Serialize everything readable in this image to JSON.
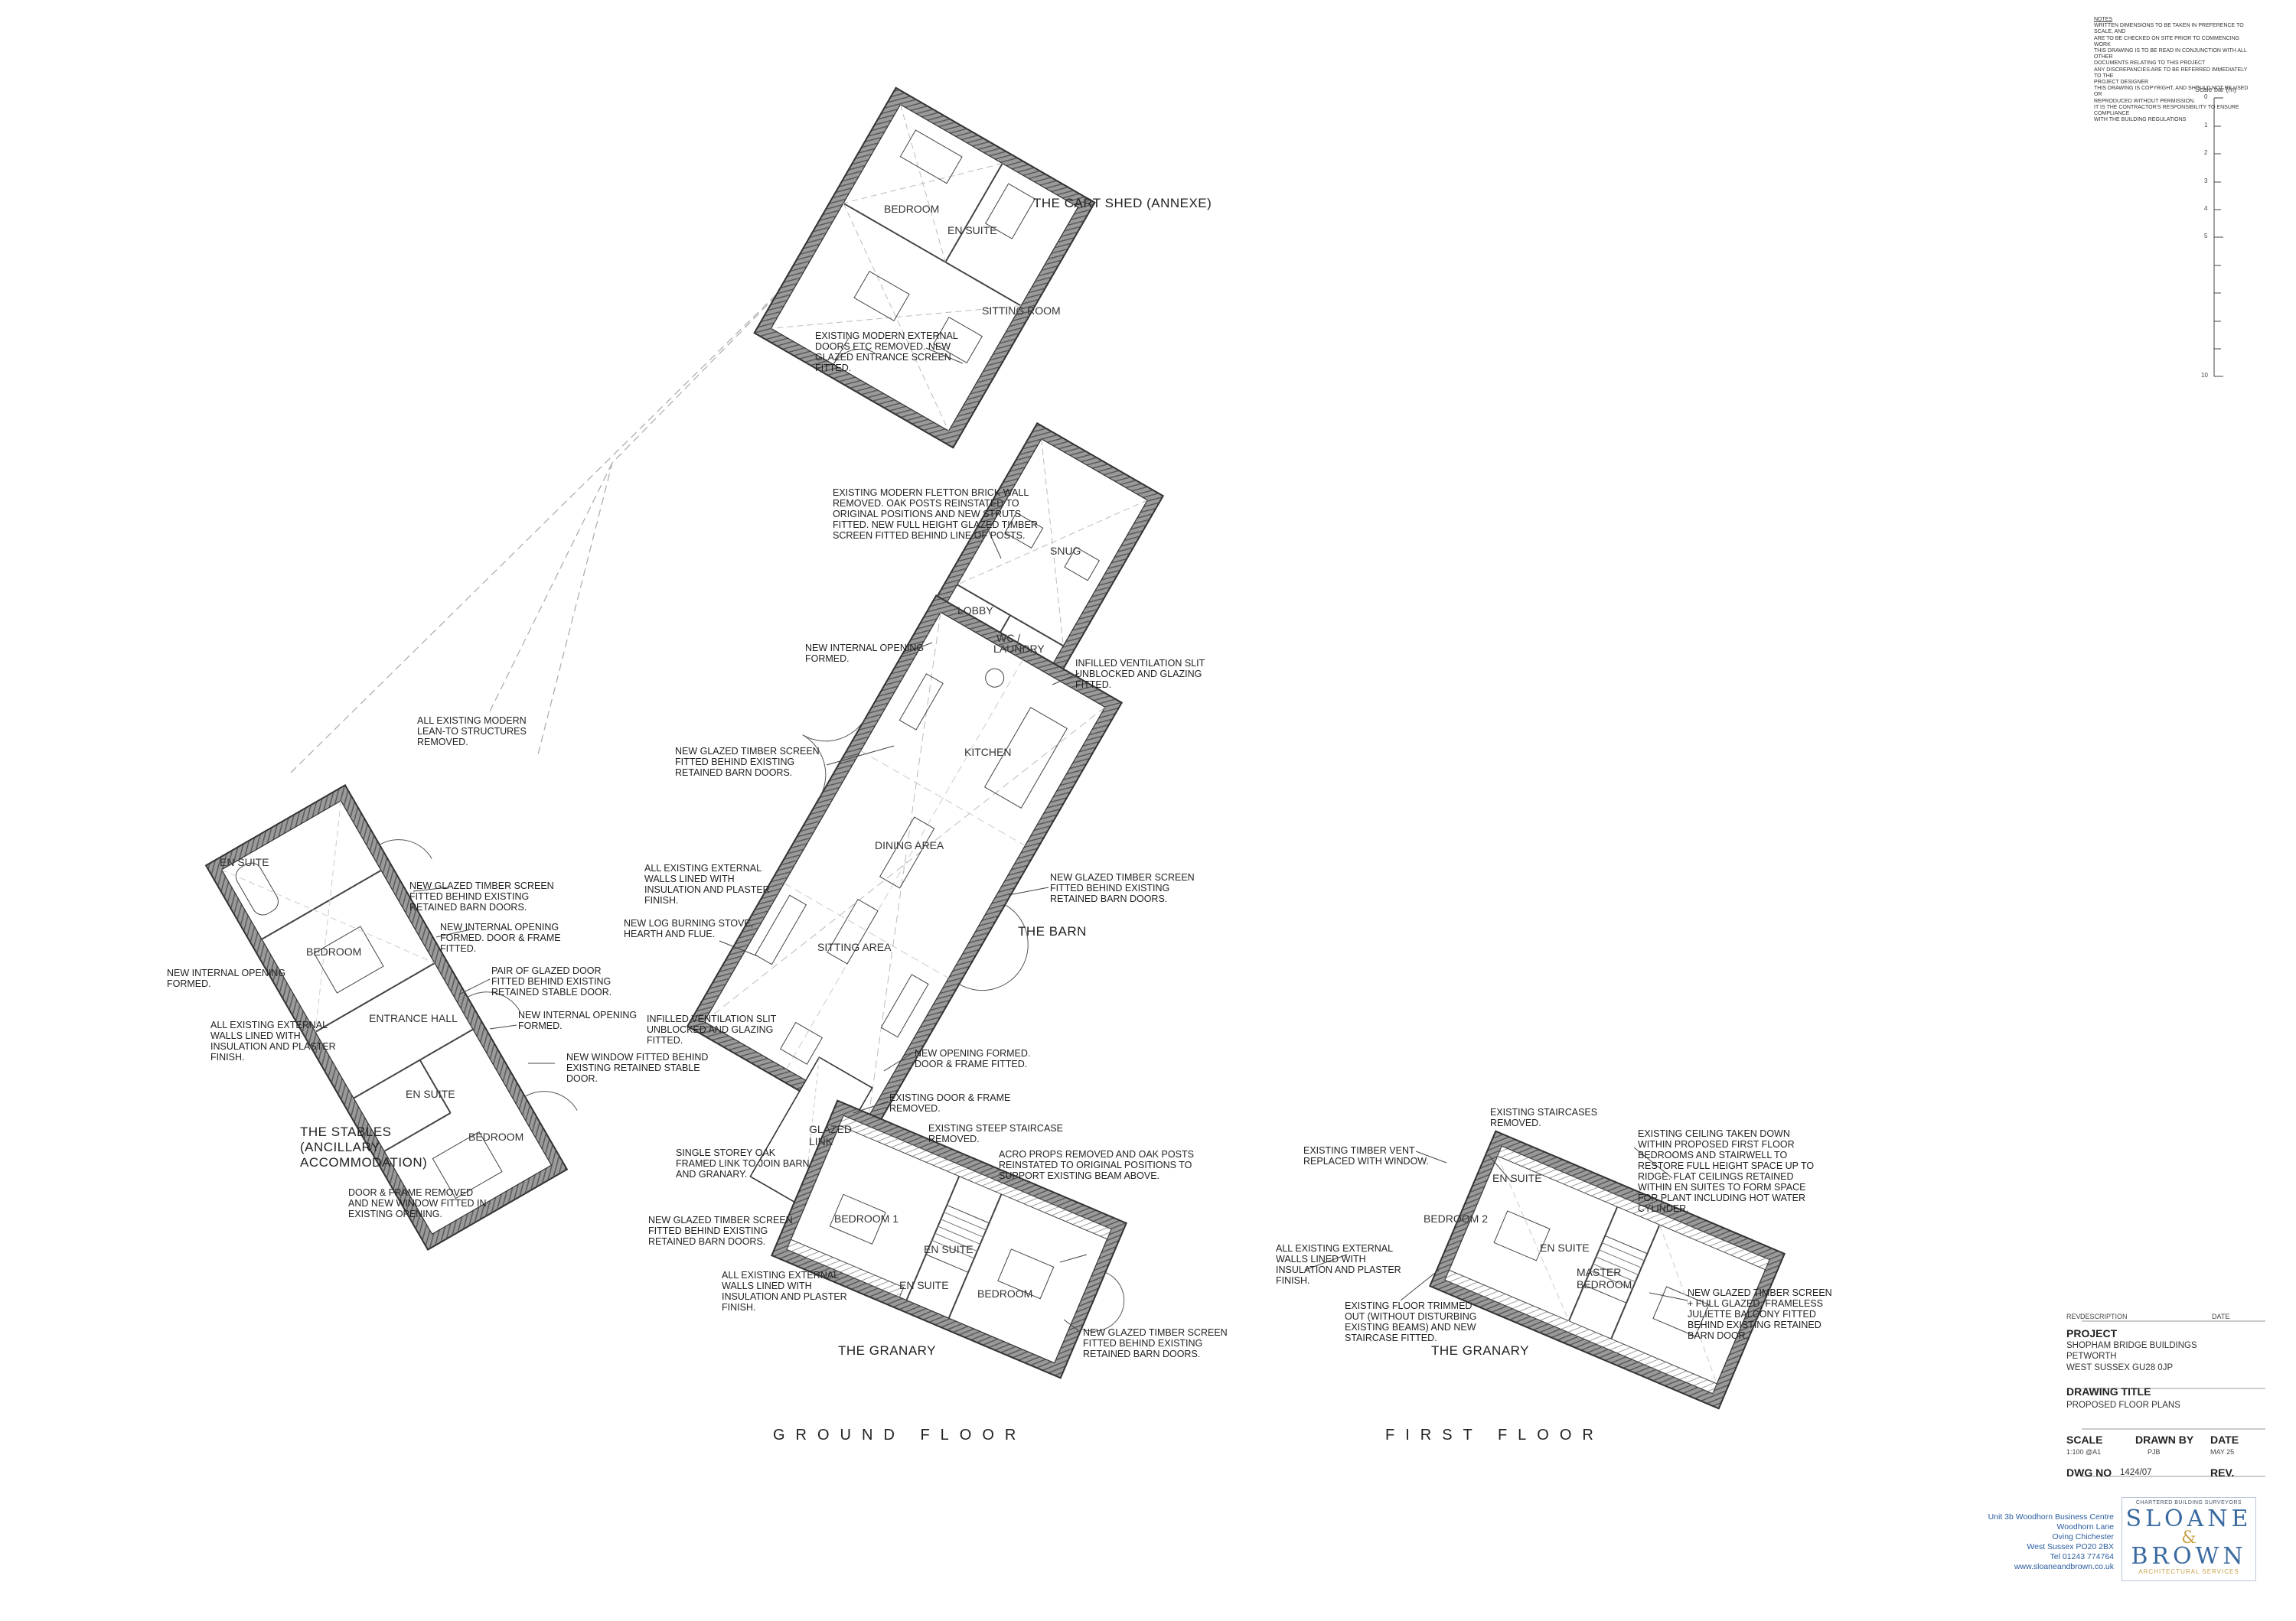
{
  "notes": {
    "heading": "NOTES",
    "lines": [
      "WRITTEN DIMENSIONS TO BE TAKEN IN PREFERENCE TO SCALE, AND",
      "ARE TO BE CHECKED ON SITE PRIOR TO COMMENCING WORK",
      "THIS DRAWING IS TO BE READ IN CONJUNCTION WITH ALL OTHER",
      "DOCUMENTS RELATING TO THIS PROJECT",
      "ANY DISCREPANCIES ARE TO BE REFERRED IMMEDIATELY TO THE",
      "PROJECT DESIGNER",
      "THIS DRAWING IS COPYRIGHT, AND SHOULD NOT BE USED OR",
      "REPRODUCED WITHOUT PERMISSION.",
      "IT IS THE CONTRACTOR'S RESPONSIBILITY TO ENSURE COMPLIANCE",
      "WITH THE BUILDING REGULATIONS"
    ]
  },
  "scale_bar": {
    "title": "Scale bar (m)",
    "ticks": [
      "0",
      "1",
      "2",
      "3",
      "4",
      "5",
      "10"
    ]
  },
  "buildings": {
    "cart_shed": "THE CART SHED (ANNEXE)",
    "barn": "THE BARN",
    "stables": "THE STABLES\n(ANCILLARY\nACCOMMODATION)",
    "granary_ground": "THE GRANARY",
    "granary_first": "THE GRANARY"
  },
  "rooms": {
    "cs_bedroom": "BEDROOM",
    "cs_ensuite": "EN SUITE",
    "cs_sitting": "SITTING ROOM",
    "snug": "SNUG",
    "lobby": "LOBBY",
    "wc": "WC /",
    "laundry": "LAUNDRY",
    "kitchen": "KITCHEN",
    "dining": "DINING AREA",
    "sitting": "SITTING AREA",
    "st_ensuite1": "EN SUITE",
    "st_bedroom1": "BEDROOM",
    "st_hall": "ENTRANCE HALL",
    "st_ensuite2": "EN SUITE",
    "st_bedroom2": "BEDROOM",
    "glazed_link": "GLAZED\nLINK",
    "gr_bedroom1": "BEDROOM 1",
    "gr_ensuite1": "EN SUITE",
    "gr_ensuite2": "EN SUITE",
    "gr_bedroom2": "BEDROOM",
    "ff_bedroom2": "BEDROOM 2",
    "ff_ensuite1": "EN SUITE",
    "ff_ensuite2": "EN SUITE",
    "ff_master": "MASTER\nBEDROOM"
  },
  "annotations": {
    "a1": "EXISTING MODERN EXTERNAL\nDOORS ETC REMOVED. NEW\nGLAZED ENTRANCE SCREEN\nFITTED.",
    "a2": "EXISTING MODERN FLETTON BRICK WALL\nREMOVED. OAK POSTS REINSTATED TO\nORIGINAL POSITIONS AND NEW STRUTS\nFITTED. NEW FULL HEIGHT GLAZED TIMBER\nSCREEN FITTED BEHIND LINE OF POSTS.",
    "a3": "NEW INTERNAL OPENING\nFORMED.",
    "a4": "INFILLED VENTILATION SLIT\nUNBLOCKED AND GLAZING\nFITTED.",
    "a5": "ALL EXISTING MODERN\nLEAN-TO STRUCTURES\nREMOVED.",
    "a6": "NEW GLAZED TIMBER SCREEN\nFITTED BEHIND EXISTING\nRETAINED BARN DOORS.",
    "a7": "ALL EXISTING EXTERNAL\nWALLS LINED WITH\nINSULATION AND PLASTER\nFINISH.",
    "a8": "NEW GLAZED TIMBER SCREEN\nFITTED BEHIND EXISTING\nRETAINED BARN DOORS.",
    "a9": "NEW LOG BURNING STOVE,\nHEARTH AND FLUE.",
    "a10": "NEW GLAZED TIMBER SCREEN\nFITTED BEHIND EXISTING\nRETAINED BARN DOORS.",
    "a11": "NEW INTERNAL OPENING\nFORMED. DOOR & FRAME\nFITTED.",
    "a12": "NEW INTERNAL OPENING\nFORMED.",
    "a13": "PAIR OF GLAZED DOOR\nFITTED BEHIND EXISTING\nRETAINED STABLE DOOR.",
    "a14": "NEW INTERNAL OPENING\nFORMED.",
    "a15": "ALL EXISTING EXTERNAL\nWALLS LINED WITH\nINSULATION AND PLASTER\nFINISH.",
    "a16": "NEW WINDOW FITTED BEHIND\nEXISTING RETAINED STABLE\nDOOR.",
    "a17": "INFILLED VENTILATION SLIT\nUNBLOCKED AND GLAZING\nFITTED.",
    "a18": "NEW OPENING FORMED.\nDOOR & FRAME FITTED.",
    "a19": "DOOR & FRAME REMOVED\nAND NEW WINDOW FITTED IN\nEXISTING OPENING.",
    "a20": "EXISTING DOOR & FRAME\nREMOVED.",
    "a21": "EXISTING STEEP STAIRCASE\nREMOVED.",
    "a22": "SINGLE STOREY OAK\nFRAMED LINK TO JOIN BARN\nAND GRANARY.",
    "a23": "ACRO PROPS REMOVED AND OAK POSTS\nREINSTATED TO ORIGINAL POSITIONS TO\nSUPPORT EXISTING BEAM ABOVE.",
    "a24": "NEW GLAZED TIMBER SCREEN\nFITTED BEHIND EXISTING\nRETAINED BARN DOORS.",
    "a25": "ALL EXISTING EXTERNAL\nWALLS LINED WITH\nINSULATION AND PLASTER\nFINISH.",
    "a26": "NEW GLAZED TIMBER SCREEN\nFITTED BEHIND EXISTING\nRETAINED BARN DOORS.",
    "b1": "EXISTING STAIRCASES\nREMOVED.",
    "b2": "EXISTING TIMBER VENT\nREPLACED WITH WINDOW.",
    "b3": "EXISTING CEILING TAKEN DOWN\nWITHIN PROPOSED FIRST FLOOR\nBEDROOMS AND STAIRWELL TO\nRESTORE FULL HEIGHT SPACE UP TO\nRIDGE. FLAT CEILINGS RETAINED\nWITHIN EN SUITES TO FORM SPACE\nFOR PLANT INCLUDING HOT WATER\nCYLINDER.",
    "b4": "ALL EXISTING EXTERNAL\nWALLS LINED WITH\nINSULATION AND PLASTER\nFINISH.",
    "b5": "EXISTING FLOOR TRIMMED\nOUT (WITHOUT DISTURBING\nEXISTING BEAMS) AND NEW\nSTAIRCASE FITTED.",
    "b6": "NEW GLAZED TIMBER SCREEN\n+ FULL GLAZED, FRAMELESS\nJULIETTE BALCONY FITTED\nBEHIND EXISTING RETAINED\nBARN DOOR."
  },
  "floor_titles": {
    "ground": "GROUND FLOOR",
    "first": "FIRST FLOOR"
  },
  "title_block": {
    "rev_label": "REV",
    "description_label": "DESCRIPTION",
    "date_label": "DATE",
    "project_label": "PROJECT",
    "project_lines": [
      "SHOPHAM BRIDGE BUILDINGS",
      "PETWORTH",
      "WEST SUSSEX   GU28 0JP"
    ],
    "drawing_title_label": "DRAWING TITLE",
    "drawing_title": "PROPOSED FLOOR PLANS",
    "scale_label": "SCALE",
    "scale_value": "1:100 @A1",
    "drawn_by_label": "DRAWN BY",
    "drawn_by_value": "PJB",
    "date_head": "DATE",
    "date_value": "MAY 25",
    "dwg_no_label": "DWG NO",
    "dwg_no_value": "1424/07",
    "rev_head": "REV."
  },
  "company": {
    "address_lines": [
      "Unit 3b Woodhorn Business Centre",
      "Woodhorn Lane",
      "Oving    Chichester",
      "West Sussex    PO20 2BX",
      "Tel 01243 774764",
      "www.sloaneandbrown.co.uk"
    ],
    "logo_top": "CHARTERED BUILDING SURVEYORS",
    "logo_word1": "SLOANE",
    "logo_amp": "&",
    "logo_word2": "BROWN",
    "logo_sub": "ARCHITECTURAL SERVICES"
  }
}
